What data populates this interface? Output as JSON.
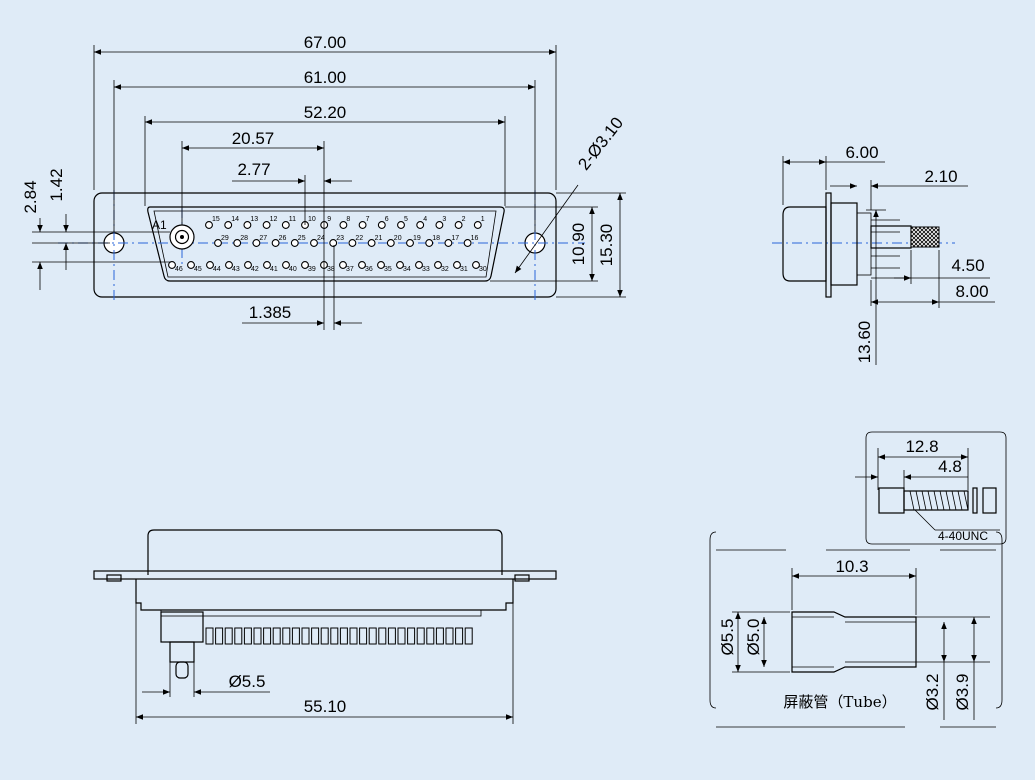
{
  "dimensions": {
    "d67": "67.00",
    "d61": "61.00",
    "d52": "52.20",
    "d2057": "20.57",
    "d277": "2.77",
    "d284": "2.84",
    "d142": "1.42",
    "d1385": "1.385",
    "d1090": "10.90",
    "d1530": "15.30",
    "hole_dia": "2-Ø3.10",
    "d600": "6.00",
    "d210": "2.10",
    "d450": "4.50",
    "d800": "8.00",
    "d1360": "13.60",
    "d128": "12.8",
    "d48": "4.8",
    "thread": "4-40UNC",
    "d103": "10.3",
    "d55a": "Ø5.5",
    "d50": "Ø5.0",
    "d32": "Ø3.2",
    "d39": "Ø3.9",
    "d55b": "Ø5.5",
    "d5510": "55.10"
  },
  "labels": {
    "a1": "A1",
    "tube": "屏蔽管（Tube）"
  },
  "pins": {
    "row1": [
      "15",
      "14",
      "13",
      "12",
      "11",
      "10",
      "9",
      "8",
      "7",
      "6",
      "5",
      "4",
      "3",
      "2",
      "1"
    ],
    "row2": [
      "29",
      "28",
      "27",
      "26",
      "25",
      "24",
      "23",
      "22",
      "21",
      "20",
      "19",
      "18",
      "17",
      "16"
    ],
    "row3": [
      "46",
      "45",
      "44",
      "43",
      "42",
      "41",
      "40",
      "39",
      "38",
      "37",
      "36",
      "35",
      "34",
      "33",
      "32",
      "31",
      "30"
    ]
  }
}
